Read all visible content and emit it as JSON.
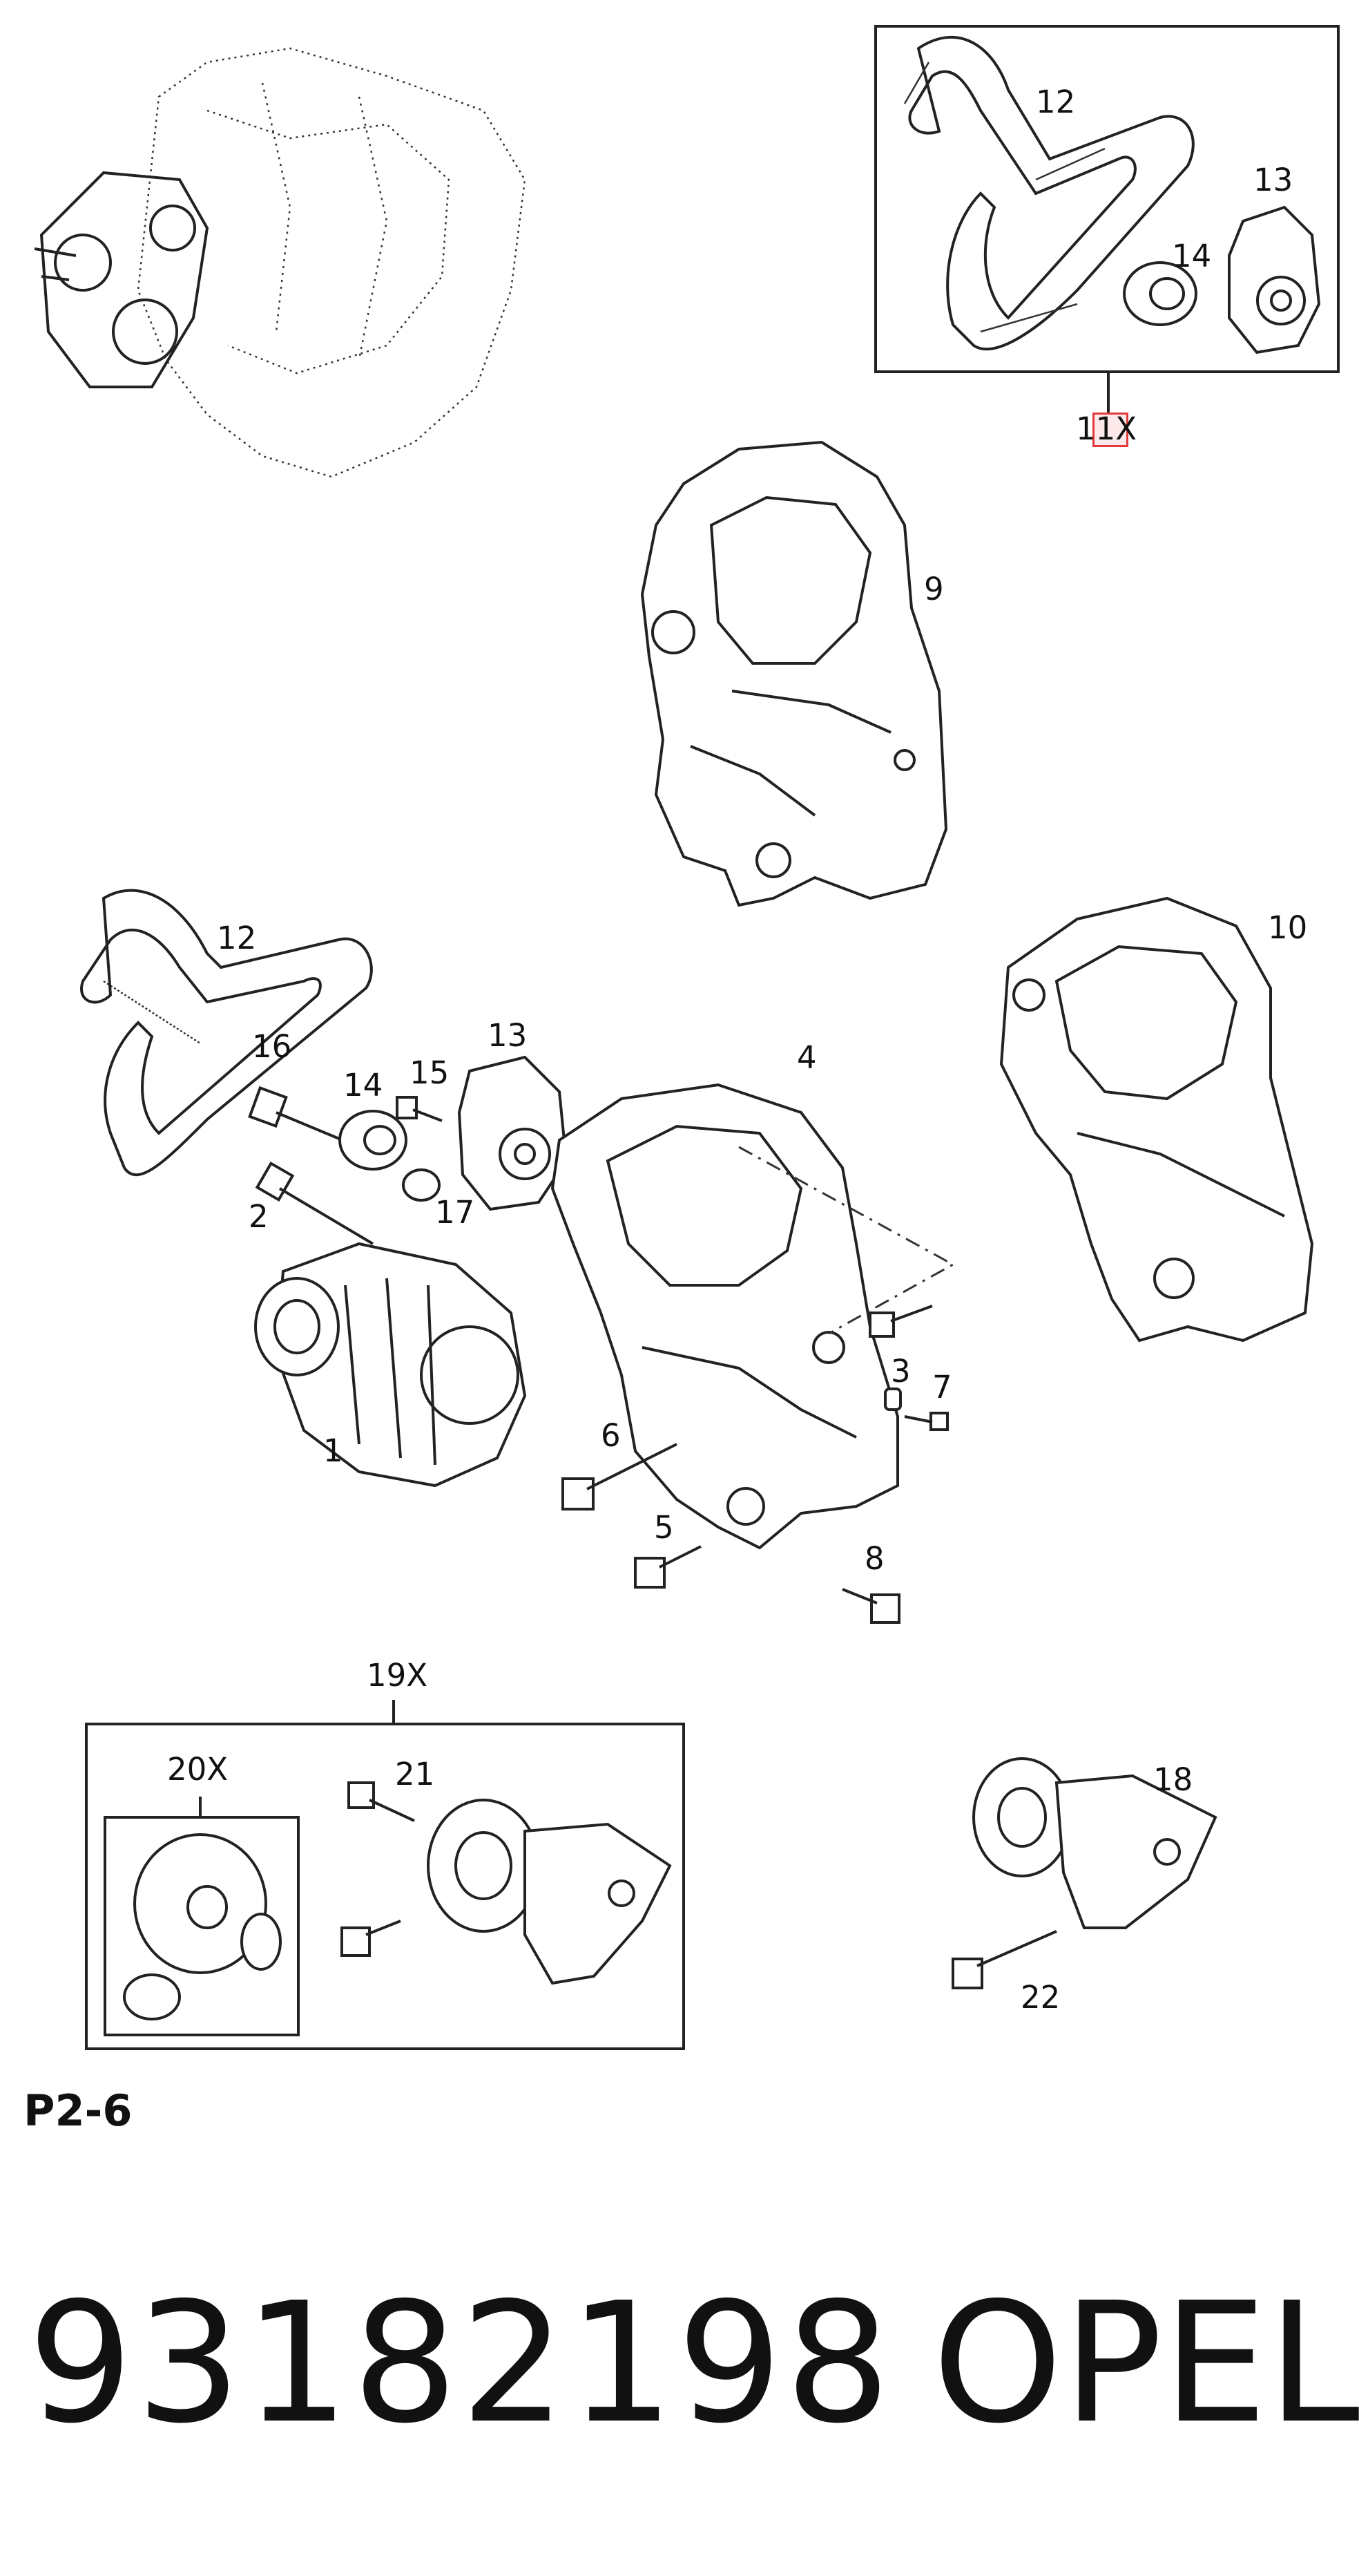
{
  "diagram": {
    "callouts": {
      "c1": "1",
      "c2": "2",
      "c3": "3",
      "c4": "4",
      "c5": "5",
      "c6": "6",
      "c7": "7",
      "c8": "8",
      "c9": "9",
      "c10": "10",
      "c11": "11X",
      "c12_kit": "12",
      "c13_kit": "13",
      "c14_kit": "14",
      "c12": "12",
      "c13": "13",
      "c14": "14",
      "c15": "15",
      "c16": "16",
      "c17": "17",
      "c18": "18",
      "c19": "19X",
      "c20": "20X",
      "c21": "21",
      "c22": "22"
    },
    "page_ref": "P2-6",
    "highlight_color": "#e23a3a"
  },
  "footer": {
    "part_number": "93182198",
    "brand": "OPEL"
  }
}
